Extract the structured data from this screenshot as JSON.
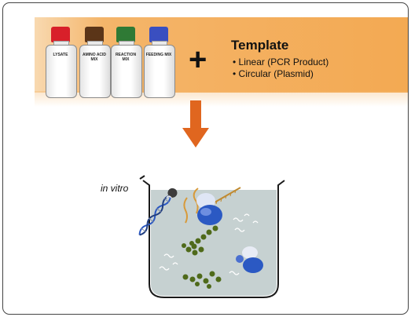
{
  "bottles": [
    {
      "label": "LYSATE",
      "cap_color": "#d8202a"
    },
    {
      "label": "AMINO ACID MIX",
      "cap_color": "#5b3518"
    },
    {
      "label": "REACTION MIX",
      "cap_color": "#2f7a35"
    },
    {
      "label": "FEEDING MIX",
      "cap_color": "#3a4fc0"
    }
  ],
  "operator": "+",
  "template": {
    "title": "Template",
    "items": [
      "• Linear (PCR Product)",
      "• Circular (Plasmid)"
    ]
  },
  "beaker_label": "in vitro",
  "colors": {
    "banner": "#f3a952",
    "arrow": "#e0661f",
    "liquid": "#bcc9c9",
    "ribosome": "#2b59c3",
    "beads": "#4f6a1a"
  },
  "icons": [
    "bottle-icon",
    "down-arrow-icon",
    "beaker-icon",
    "dna-helix-icon",
    "mrna-strand-icon",
    "ribosome-icon",
    "protein-chain-icon"
  ]
}
